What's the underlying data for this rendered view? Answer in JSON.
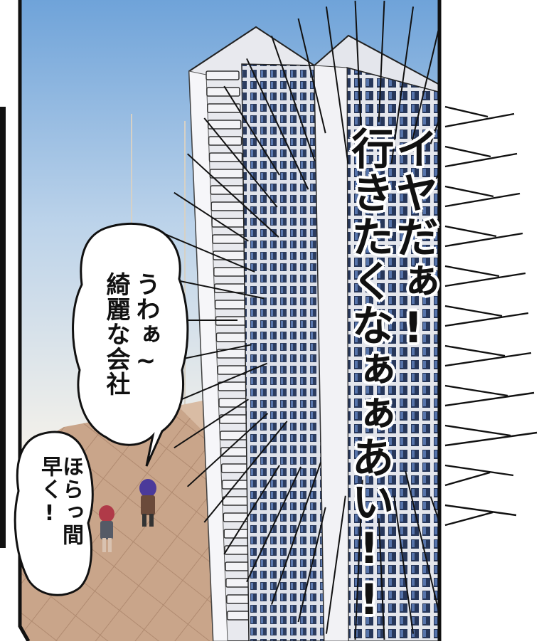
{
  "panel": {
    "shout_lines": [
      "イヤだぁ!",
      "行きたくなぁぁあい!!"
    ],
    "bubble_company": [
      "うわぁ~",
      "綺麗な会社"
    ],
    "bubble_hurry": [
      "ほらっ間",
      "早く!"
    ]
  },
  "colors": {
    "sky_top": "#6fa3d9",
    "sky_bottom": "#f4f1ea",
    "floor": "#c9a58a",
    "building_face": "#e8e9ee",
    "window": "#2c3c5e"
  }
}
